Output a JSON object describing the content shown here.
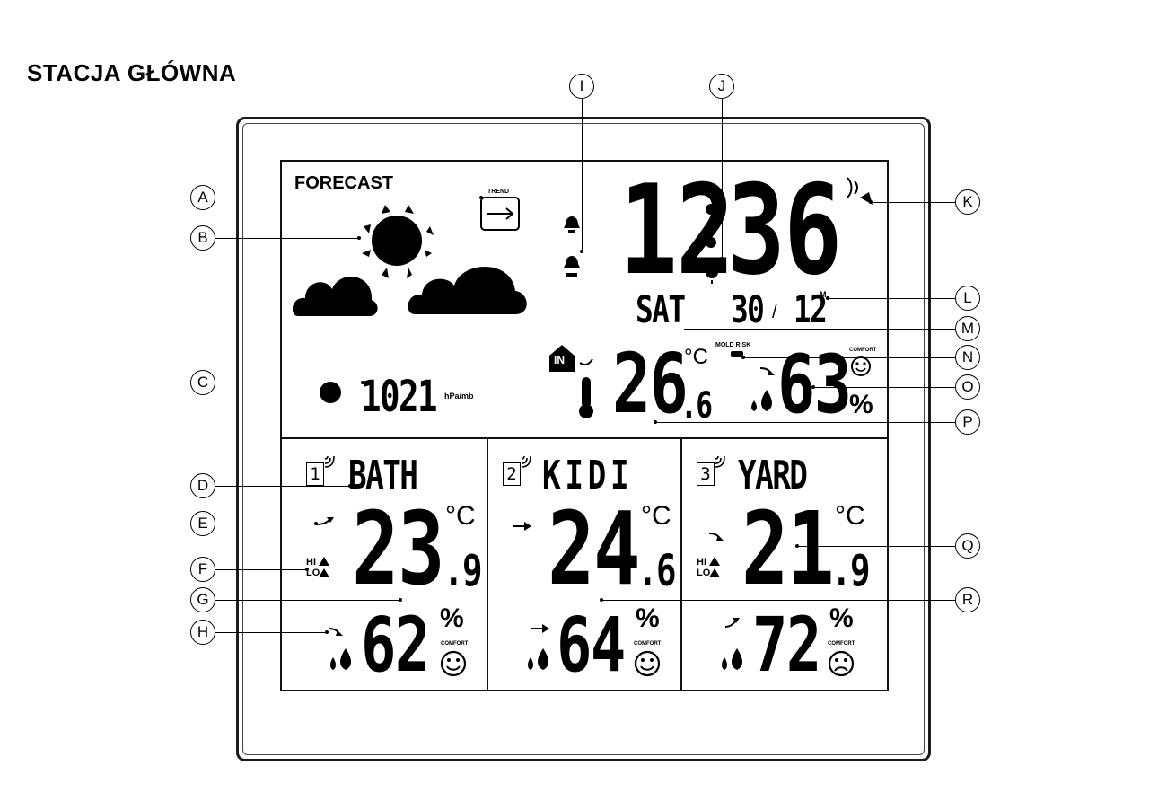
{
  "title": "STACJA GŁÓWNA",
  "forecast_label": "FORECAST",
  "trend_label": "TREND",
  "time": {
    "hours": "12",
    "minutes": "36"
  },
  "date": {
    "weekday": "SAT",
    "day": "30",
    "month": "12",
    "month_marker": "M"
  },
  "pressure": {
    "value": "1021",
    "unit": "hPa/mb"
  },
  "indoor": {
    "label": "IN",
    "temp_int": "26",
    "temp_dec": ".6",
    "temp_unit": "°C",
    "humidity": "63",
    "humidity_unit": "%",
    "mold_label": "MOLD RISK",
    "comfort_label": "COMFORT"
  },
  "channels": [
    {
      "number": "1",
      "name": "BATH",
      "temp_int": "23",
      "temp_dec": ".9",
      "temp_unit": "°C",
      "humidity": "62",
      "humidity_unit": "%",
      "comfort_label": "COMFORT",
      "hi_label": "HI",
      "lo_label": "LO"
    },
    {
      "number": "2",
      "name": "KIDI",
      "temp_int": "24",
      "temp_dec": ".6",
      "temp_unit": "°C",
      "humidity": "64",
      "humidity_unit": "%",
      "comfort_label": "COMFORT"
    },
    {
      "number": "3",
      "name": "YARD",
      "temp_int": "21",
      "temp_dec": ".9",
      "temp_unit": "°C",
      "humidity": "72",
      "humidity_unit": "%",
      "comfort_label": "COMFORT",
      "hi_label": "HI",
      "lo_label": "LO"
    }
  ],
  "callouts": [
    "A",
    "B",
    "C",
    "D",
    "E",
    "F",
    "G",
    "H",
    "I",
    "J",
    "K",
    "L",
    "M",
    "N",
    "O",
    "P",
    "Q",
    "R"
  ]
}
